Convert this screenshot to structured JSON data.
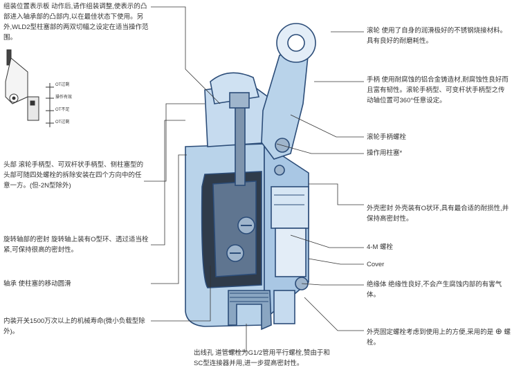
{
  "labels": {
    "indicator": "组装位置表示板 动作后,请作组装调整,使表示的凸部进入轴承部的凸部内,以在最佳状态下使用。另外,WLD2型柱塞部的两双切幅之设定在适当操作范围。",
    "head": "头部 滚轮手柄型、可双杆状手柄型、侧柱塞型的头部可随四处螺栓的拆除安装在四个方向中的任意一方。(但-2N型除外)",
    "shaft_seal": "旋转轴部的密封 旋转轴上装有O型环、透过适当栓紧,可保持很高的密封性。",
    "bearing": "轴承 使柱塞的移动圆滑",
    "switch": "内装开关1500万次以上的机械寿命(微小负载型除外)。",
    "roller": "滚轮 使用了自身的润滑极好的不锈钢烧接材料。具有良好的耐磨耗性。",
    "lever": "手柄 使用耐腐蚀的铝合金铸造材,耐腐蚀性良好而且富有韧性。滚轮手柄型、可变杆状手柄型之传动轴位置可360°任意设定。",
    "lever_bolt": "滚轮手柄螺栓",
    "plunger": "操作用柱塞*",
    "case_seal": "外壳密封 外壳装有O状环,具有最合适的耐损性,并保持高密封性。",
    "bolt4m": "4-M 螺栓",
    "cover": "Cover",
    "insulator": "绝缘体 绝缘性良好,不会产生腐蚀内部的有害气体。",
    "fix_bolt": "外壳固定螺栓考虑到使用上的方便,采用的是",
    "fix_bolt_tail": "螺栓。",
    "outlet": "出线孔 道管螺栓为G1/2管用平行螺栓,赞由于和SC型连接器并用,进一步提高密封性。"
  },
  "inset": {
    "ot": "OT过剩",
    "mid": "操作有效",
    "ot2": "OT不足",
    "ot3": "OT过剩"
  },
  "icons": {
    "cross_circle": "⊕"
  },
  "colors": {
    "body": "#b9d3ea",
    "outline": "#2b4c78",
    "dark": "#2f3b4a"
  }
}
